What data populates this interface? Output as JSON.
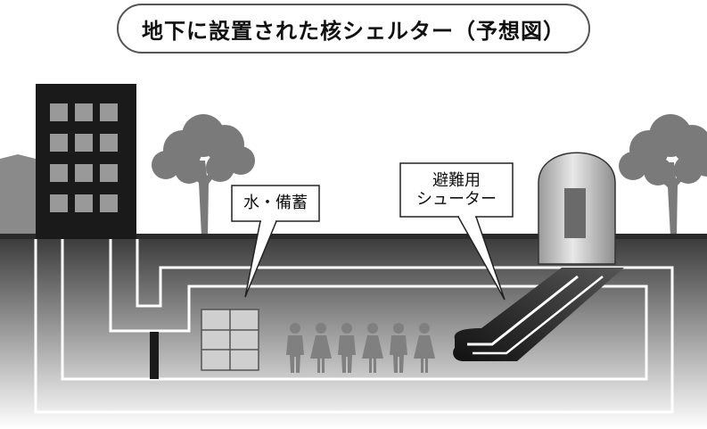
{
  "title": "地下に設置された核シェルター（予想図）",
  "callouts": {
    "supplies": "水・備蓄",
    "chute_line1": "避難用",
    "chute_line2": "シューター"
  },
  "people_count": 6,
  "colors": {
    "building": "#1a1a1a",
    "window": "#999999",
    "ground": "#3a3a3a",
    "sky_gray": "#8a8a8a",
    "shelter_outline": "#ffffff",
    "tree": "#7a7a7a",
    "person": "#808080",
    "dome": "#c9c9c9"
  },
  "icons": [
    "building",
    "tree",
    "person",
    "supply-crates",
    "escape-chute",
    "shelter-dome"
  ]
}
